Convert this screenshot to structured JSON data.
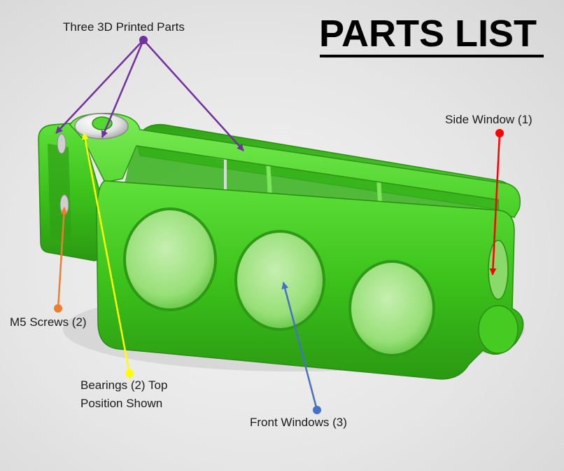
{
  "title": "PARTS LIST",
  "labels": {
    "printed_parts": "Three 3D Printed Parts",
    "side_window": "Side Window (1)",
    "m5_screws": "M5 Screws (2)",
    "bearings_line1": "Bearings (2) Top",
    "bearings_line2": "Position Shown",
    "front_windows": "Front Windows (3)"
  },
  "colors": {
    "printed_parts": "#7030a0",
    "side_window": "#ff0000",
    "m5_screws": "#ed7d31",
    "bearings": "#ffff00",
    "front_windows": "#4472c4",
    "part_green": "#3fc41e"
  }
}
